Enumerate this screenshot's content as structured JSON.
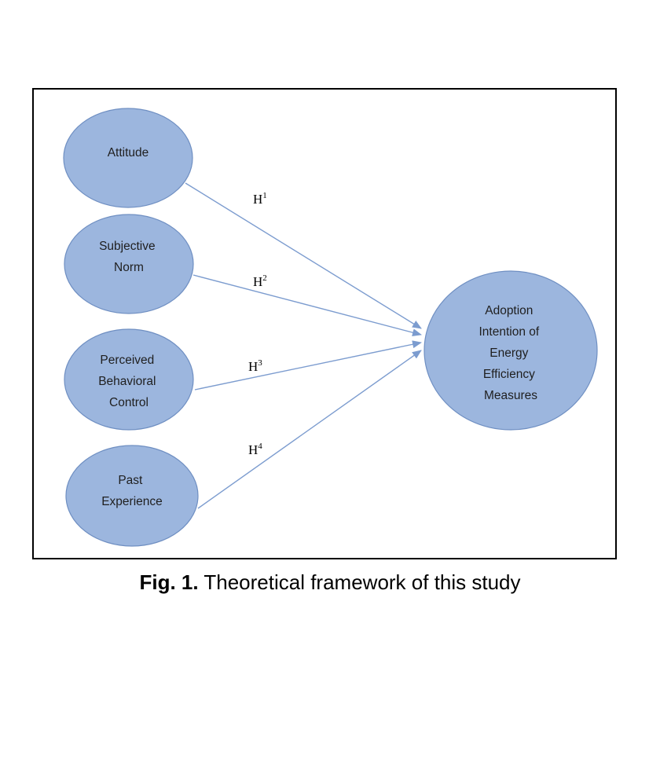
{
  "diagram": {
    "nodes": [
      {
        "id": "attitude",
        "lines": [
          "Attitude"
        ]
      },
      {
        "id": "subjective-norm",
        "lines": [
          "Subjective",
          "Norm"
        ]
      },
      {
        "id": "perceived-behavioral-control",
        "lines": [
          "Perceived",
          "Behavioral",
          "Control"
        ]
      },
      {
        "id": "past-experience",
        "lines": [
          "Past",
          "Experience"
        ]
      },
      {
        "id": "adoption-intention",
        "lines": [
          "Adoption",
          "Intention of",
          "Energy",
          "Efficiency",
          "Measures"
        ]
      }
    ],
    "edges": [
      {
        "from": "attitude",
        "to": "adoption-intention",
        "label": "H",
        "sup": "1"
      },
      {
        "from": "subjective-norm",
        "to": "adoption-intention",
        "label": "H",
        "sup": "2"
      },
      {
        "from": "perceived-behavioral-control",
        "to": "adoption-intention",
        "label": "H",
        "sup": "3"
      },
      {
        "from": "past-experience",
        "to": "adoption-intention",
        "label": "H",
        "sup": "4"
      }
    ],
    "colors": {
      "node_fill": "#9cb6de",
      "node_stroke": "#6f8fc2",
      "arrow": "#7c9ccf"
    }
  },
  "caption": {
    "label": "Fig. 1.",
    "text": " Theoretical framework of this study"
  }
}
